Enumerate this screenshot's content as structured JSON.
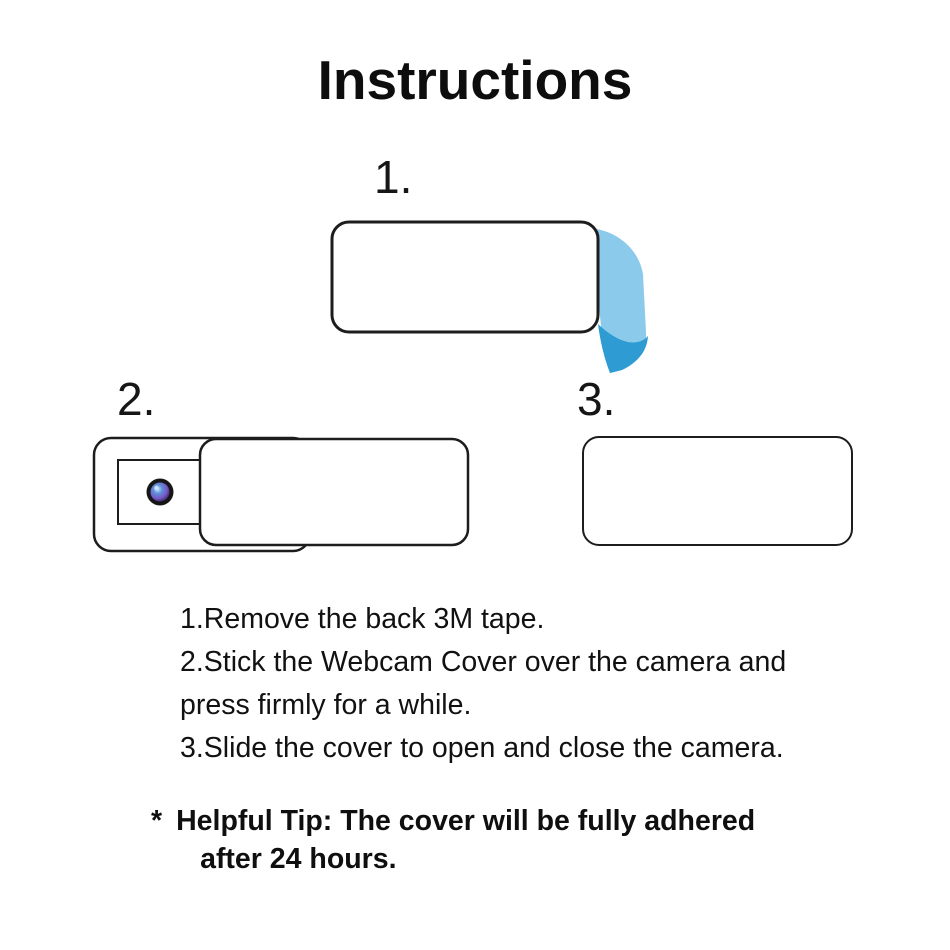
{
  "title": "Instructions",
  "diagram": {
    "step1_label": "1.",
    "step2_label": "2.",
    "step3_label": "3."
  },
  "instructions": {
    "lines": [
      "1.Remove the back 3M tape.",
      "2.Stick the Webcam Cover over the camera and",
      "press firmly for a while.",
      "3.Slide the cover to open and close the camera."
    ]
  },
  "tip": {
    "bullet": "*",
    "line1": "Helpful Tip: The cover will be fully adhered",
    "line2": "after 24 hours."
  },
  "colors": {
    "tape_light": "#8CCAEC",
    "tape_dark": "#2E9BD2",
    "outline": "#1d1d1d",
    "lens_ring": "#161616",
    "lens_blue": "#5D8FD8",
    "lens_purple": "#7A55C8",
    "lens_dark": "#141428",
    "lens_glint": "#C9E4FF"
  }
}
